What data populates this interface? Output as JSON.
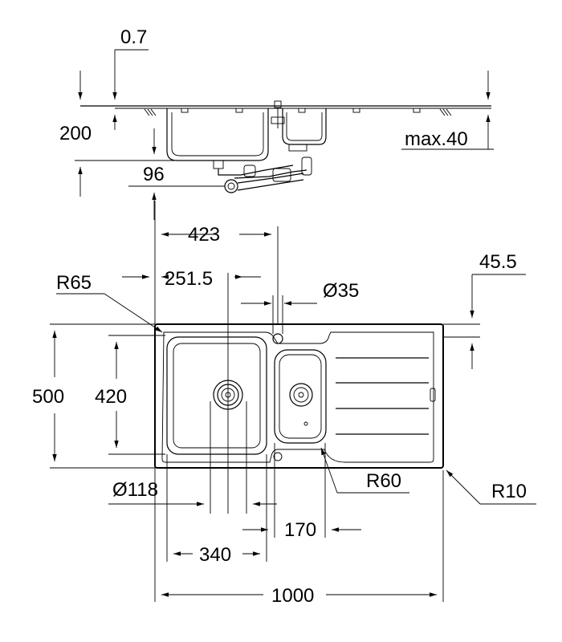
{
  "dimensions": {
    "thickness": "0.7",
    "overall_depth": "200",
    "drain_depth": "96",
    "max_worktop": "max.40",
    "tap_offset": "423",
    "bowl_center_offset": "251.5",
    "radius_outer_corner": "R65",
    "tap_hole_diameter": "Ø35",
    "edge_to_tap_hole": "45.5",
    "overall_width_short": "500",
    "bowl_depth": "420",
    "drain_diameter": "Ø118",
    "radius_small_bowl": "R60",
    "radius_corner": "R10",
    "small_bowl_width": "170",
    "main_bowl_width": "340",
    "overall_length": "1000"
  }
}
